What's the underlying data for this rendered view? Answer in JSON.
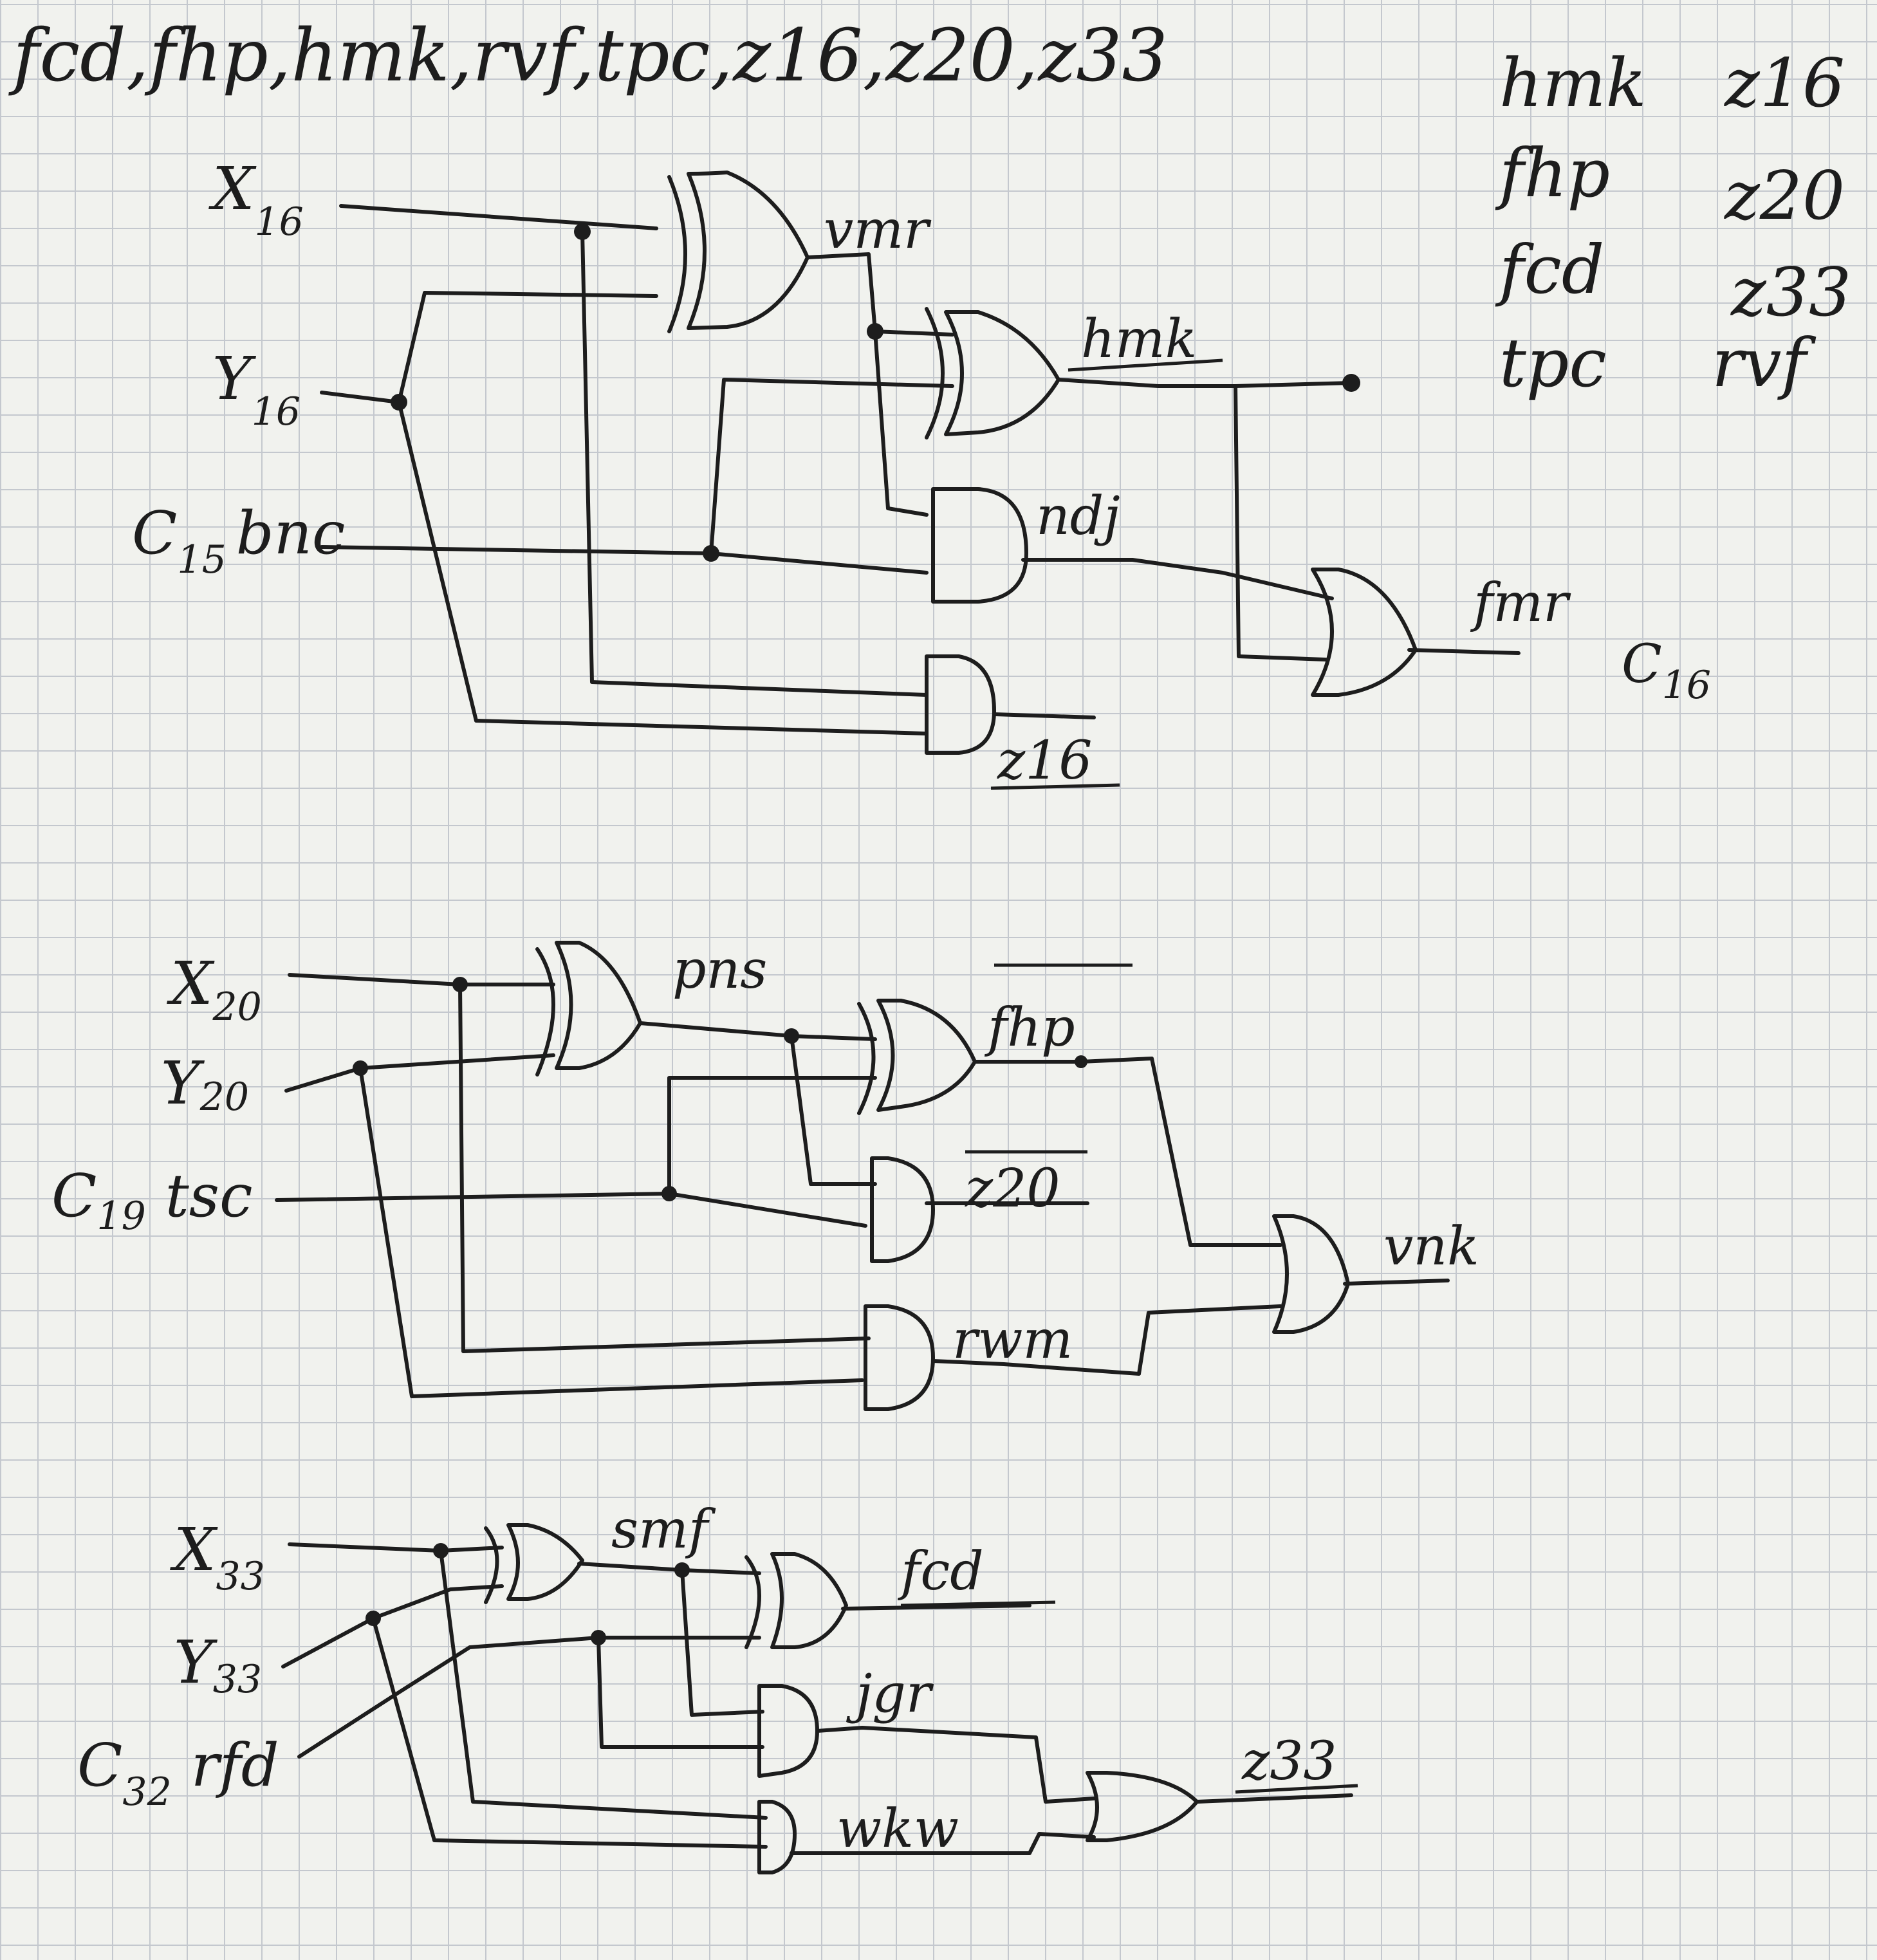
{
  "title": "fcd,fhp,hmk,rvf,tpc,z16,z20,z33",
  "swaps": [
    {
      "left": "hmk",
      "right": "z16"
    },
    {
      "left": "fhp",
      "right": "z20"
    },
    {
      "left": "fcd",
      "right": "z33"
    },
    {
      "left": "tpc",
      "right": "rvf"
    }
  ],
  "circuit1": {
    "inputs": {
      "x": {
        "main": "X",
        "sub": "16"
      },
      "y": {
        "main": "Y",
        "sub": "16"
      },
      "c": {
        "pre": "C",
        "sub": "15",
        "net": "bnc"
      }
    },
    "nets": {
      "xor1": "vmr",
      "xor2": "hmk",
      "and1": "ndj",
      "or": "fmr",
      "and2": "z16"
    },
    "carry": {
      "main": "C",
      "sub": "16"
    }
  },
  "circuit2": {
    "inputs": {
      "x": {
        "main": "X",
        "sub": "20"
      },
      "y": {
        "main": "Y",
        "sub": "20"
      },
      "c": {
        "pre": "C",
        "sub": "19",
        "net": "tsc"
      }
    },
    "nets": {
      "xor1": "pns",
      "xor2": "fhp",
      "and1": "z20",
      "and2": "rwm",
      "or": "vnk"
    }
  },
  "circuit3": {
    "inputs": {
      "x": {
        "main": "X",
        "sub": "33"
      },
      "y": {
        "main": "Y",
        "sub": "33"
      },
      "c": {
        "pre": "C",
        "sub": "32",
        "net": "rfd"
      }
    },
    "nets": {
      "xor1": "smf",
      "xor2": "fcd",
      "and1": "jgr",
      "and2": "wkw",
      "or": "z33"
    }
  }
}
